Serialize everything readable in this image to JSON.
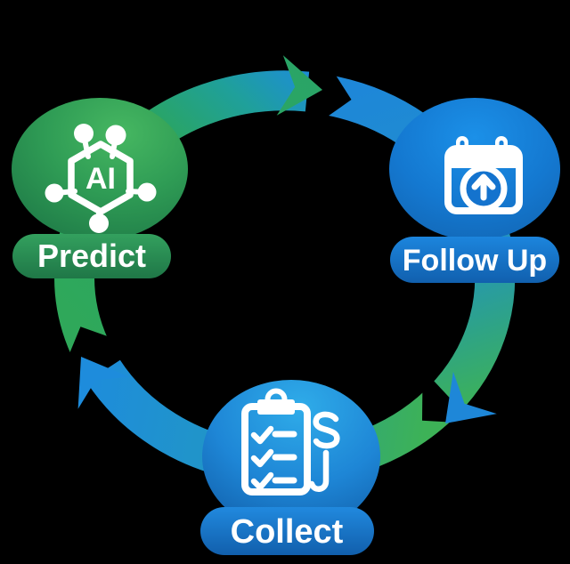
{
  "background": "#000000",
  "diagram": {
    "type": "cycle",
    "direction": "clockwise",
    "nodes": [
      {
        "id": "predict",
        "label": "Predict",
        "icon": "ai-hexagon-network-icon",
        "icon_text": "AI",
        "bubble_color_top": "#46B761",
        "bubble_color_bottom": "#1B7344",
        "pill_color": "#2E9455"
      },
      {
        "id": "follow-up",
        "label": "Follow Up",
        "icon": "calendar-upload-icon",
        "bubble_color_top": "#1B90E8",
        "bubble_color_bottom": "#115FA9",
        "pill_color": "#1878CE"
      },
      {
        "id": "collect",
        "label": "Collect",
        "icon": "clipboard-checklist-dollar-icon",
        "bubble_color_top": "#2FACE9",
        "bubble_color_bottom": "#0E56A0",
        "pill_color": "#1B7CD0"
      }
    ],
    "arrows": [
      {
        "from": "predict",
        "to": "follow-up",
        "color_start": "#2FA85A",
        "color_end": "#1D8DD8"
      },
      {
        "from": "follow-up",
        "to": "collect",
        "color_start": "#1E87D8",
        "color_end": "#3DB257"
      },
      {
        "from": "collect",
        "to": "predict",
        "color_start": "#3DB257",
        "color_end": "#1E8CDC"
      }
    ]
  }
}
